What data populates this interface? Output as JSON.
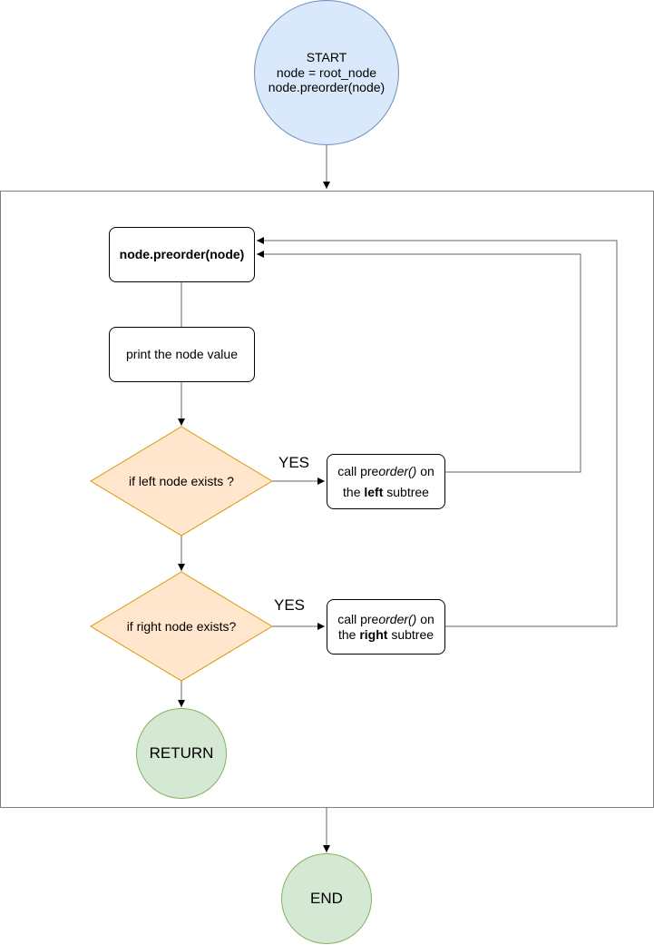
{
  "colors": {
    "start_fill": "#dae8fc",
    "start_stroke": "#6c8ebf",
    "decision_fill": "#ffe6cc",
    "decision_stroke": "#d79b00",
    "terminal_fill": "#d5e8d4",
    "terminal_stroke": "#82b366",
    "edge": "#666666"
  },
  "start": {
    "line1": "START",
    "line2": "node = root_node",
    "line3": "node.preorder(node)"
  },
  "preorder_box": "node.preorder(node)",
  "print_box": "print the node value",
  "decision_left": "if left node exists ?",
  "decision_right": "if right node exists?",
  "yes_left": "YES",
  "yes_right": "YES",
  "call_left": {
    "pre": "call pre",
    "fn": "order()",
    "post": " on",
    "the": "the ",
    "side": "left",
    "tail": " subtree"
  },
  "call_right": {
    "pre": "call pre",
    "fn": "order()",
    "post": " on",
    "the": "the ",
    "side": "right",
    "tail": " subtree"
  },
  "return_node": "RETURN",
  "end_node": "END"
}
